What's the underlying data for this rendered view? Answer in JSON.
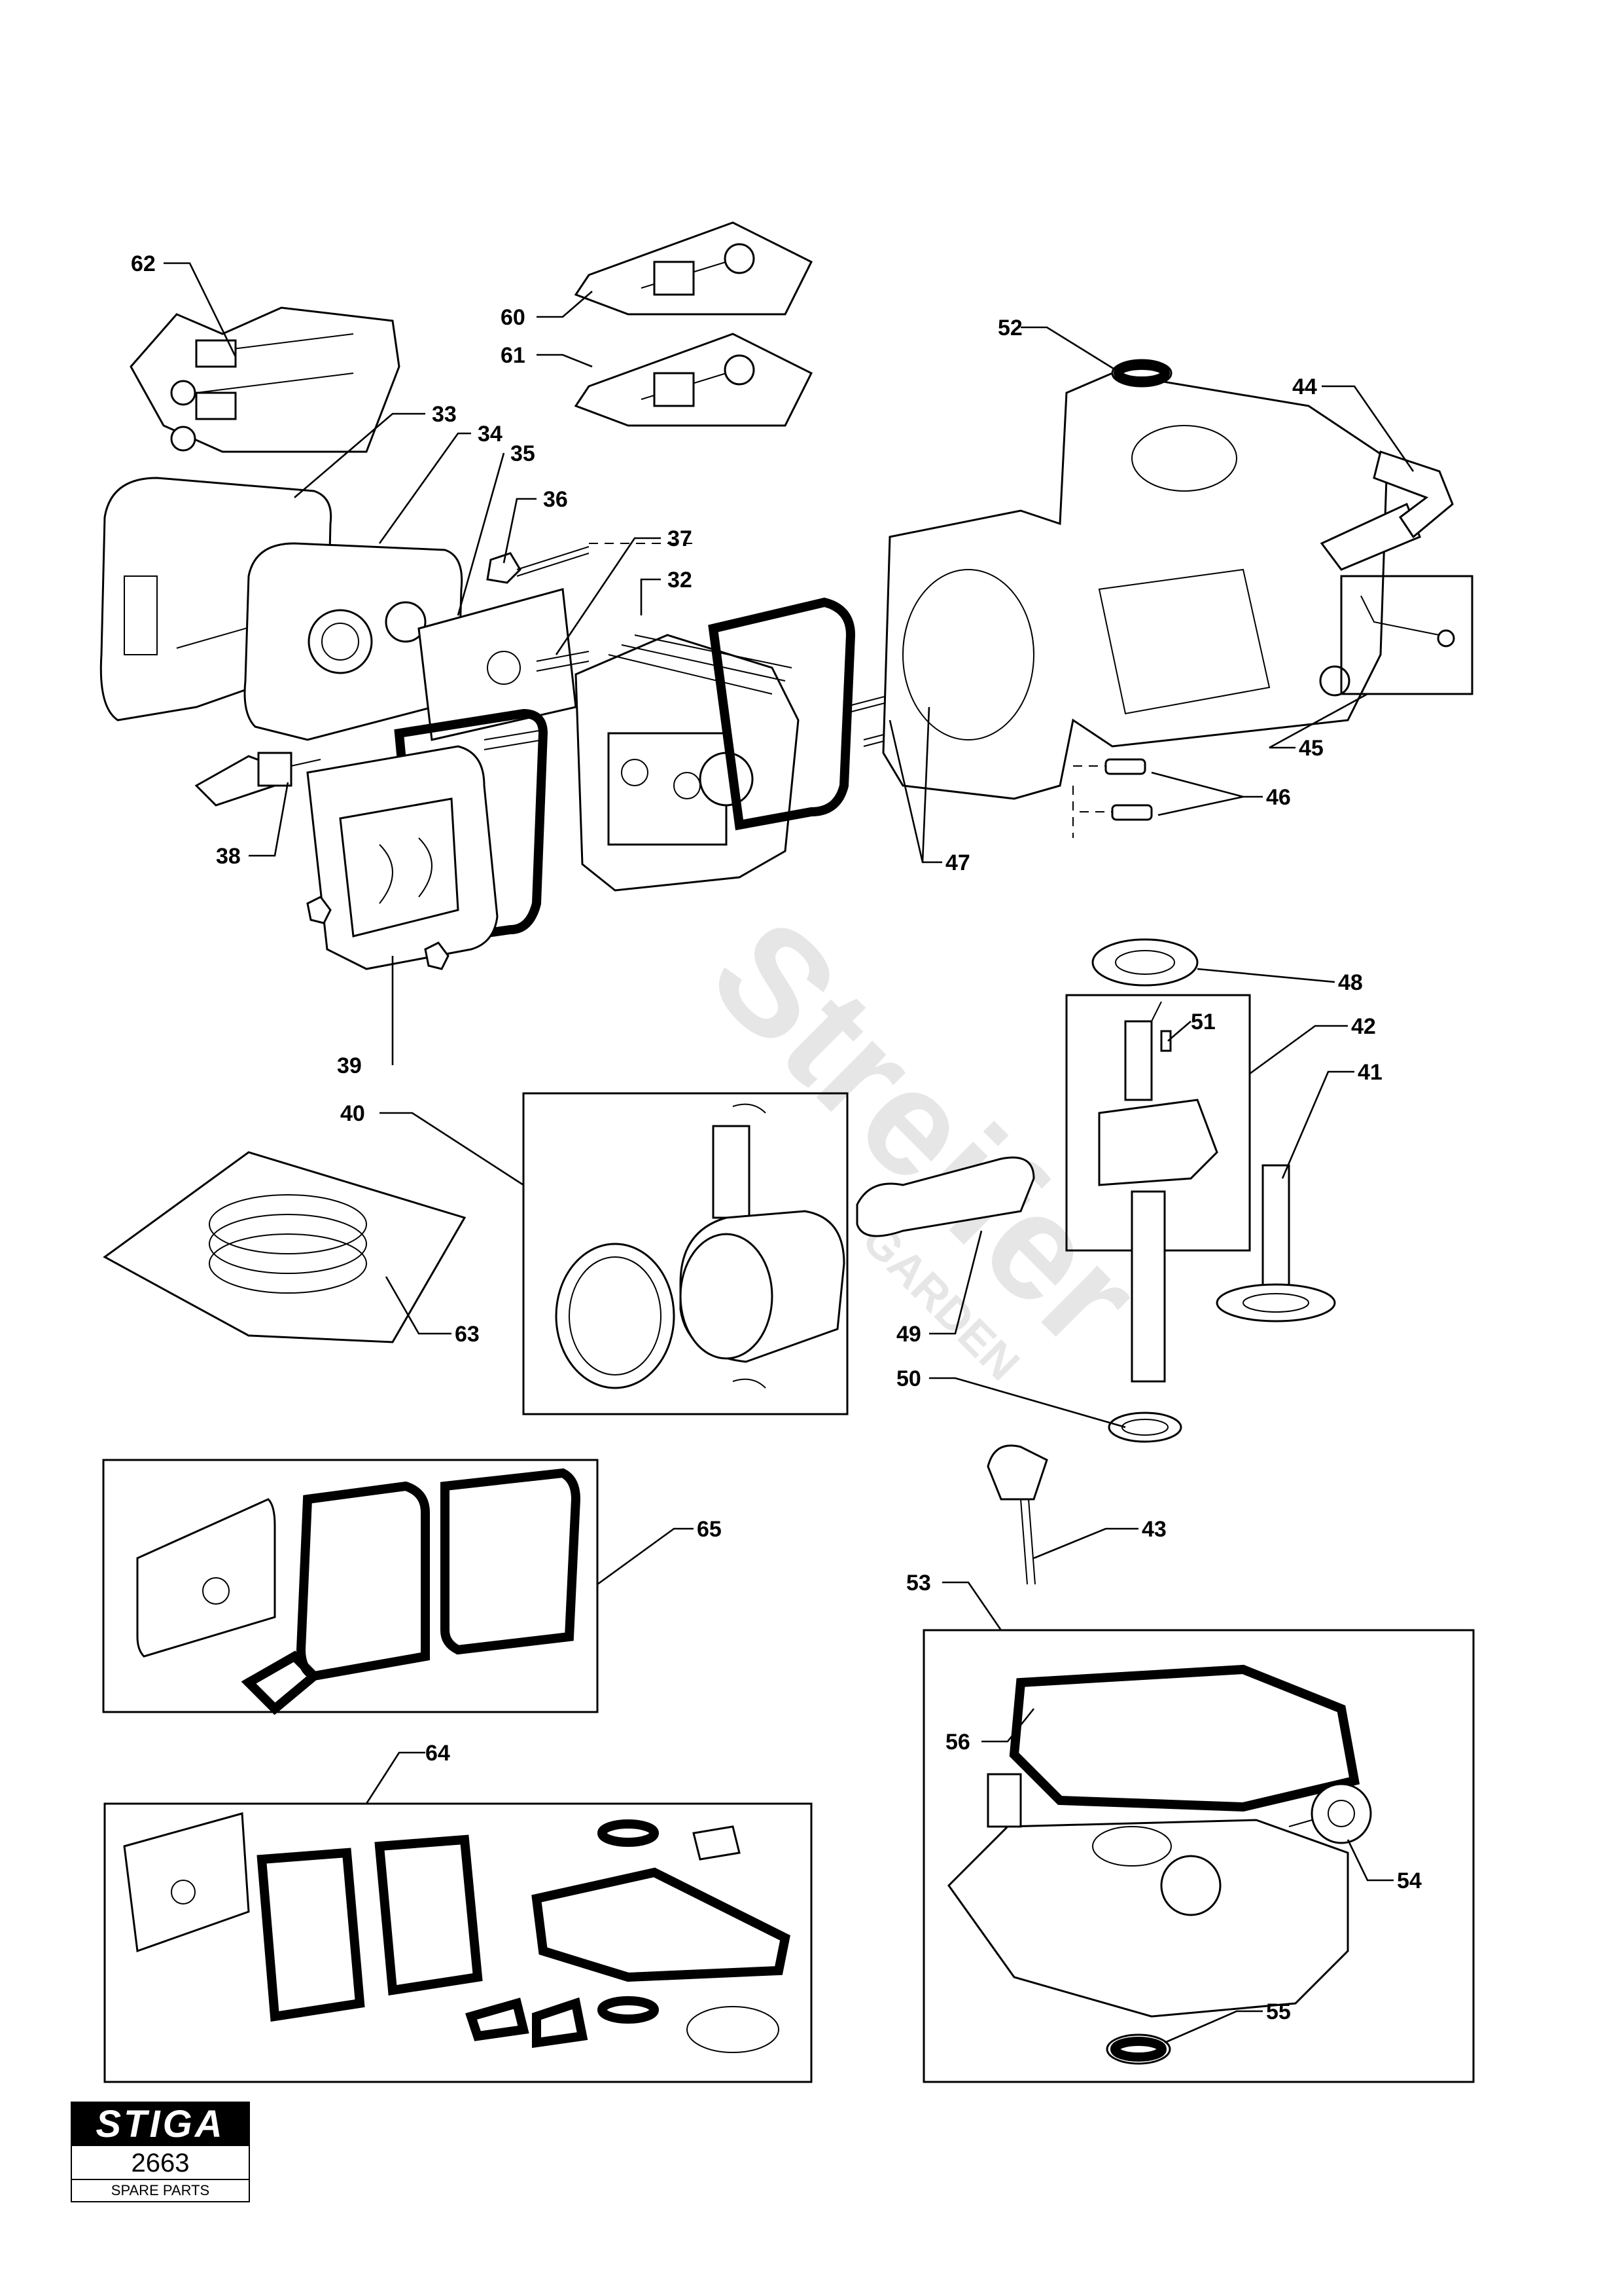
{
  "callouts": {
    "c32": "32",
    "c33": "33",
    "c34": "34",
    "c35": "35",
    "c36": "36",
    "c37": "37",
    "c38": "38",
    "c39": "39",
    "c40": "40",
    "c41": "41",
    "c42": "42",
    "c43": "43",
    "c44": "44",
    "c45": "45",
    "c46": "46",
    "c47": "47",
    "c48": "48",
    "c49": "49",
    "c50": "50",
    "c51": "51",
    "c52": "52",
    "c53": "53",
    "c54": "54",
    "c55": "55",
    "c56": "56",
    "c60": "60",
    "c61": "61",
    "c62": "62",
    "c63": "63",
    "c64": "64",
    "c65": "65"
  },
  "watermark": {
    "brand": "Streifer",
    "sub": "GARDEN"
  },
  "logo": {
    "brand": "STIGA",
    "code": "2663",
    "subtitle": "SPARE PARTS"
  }
}
